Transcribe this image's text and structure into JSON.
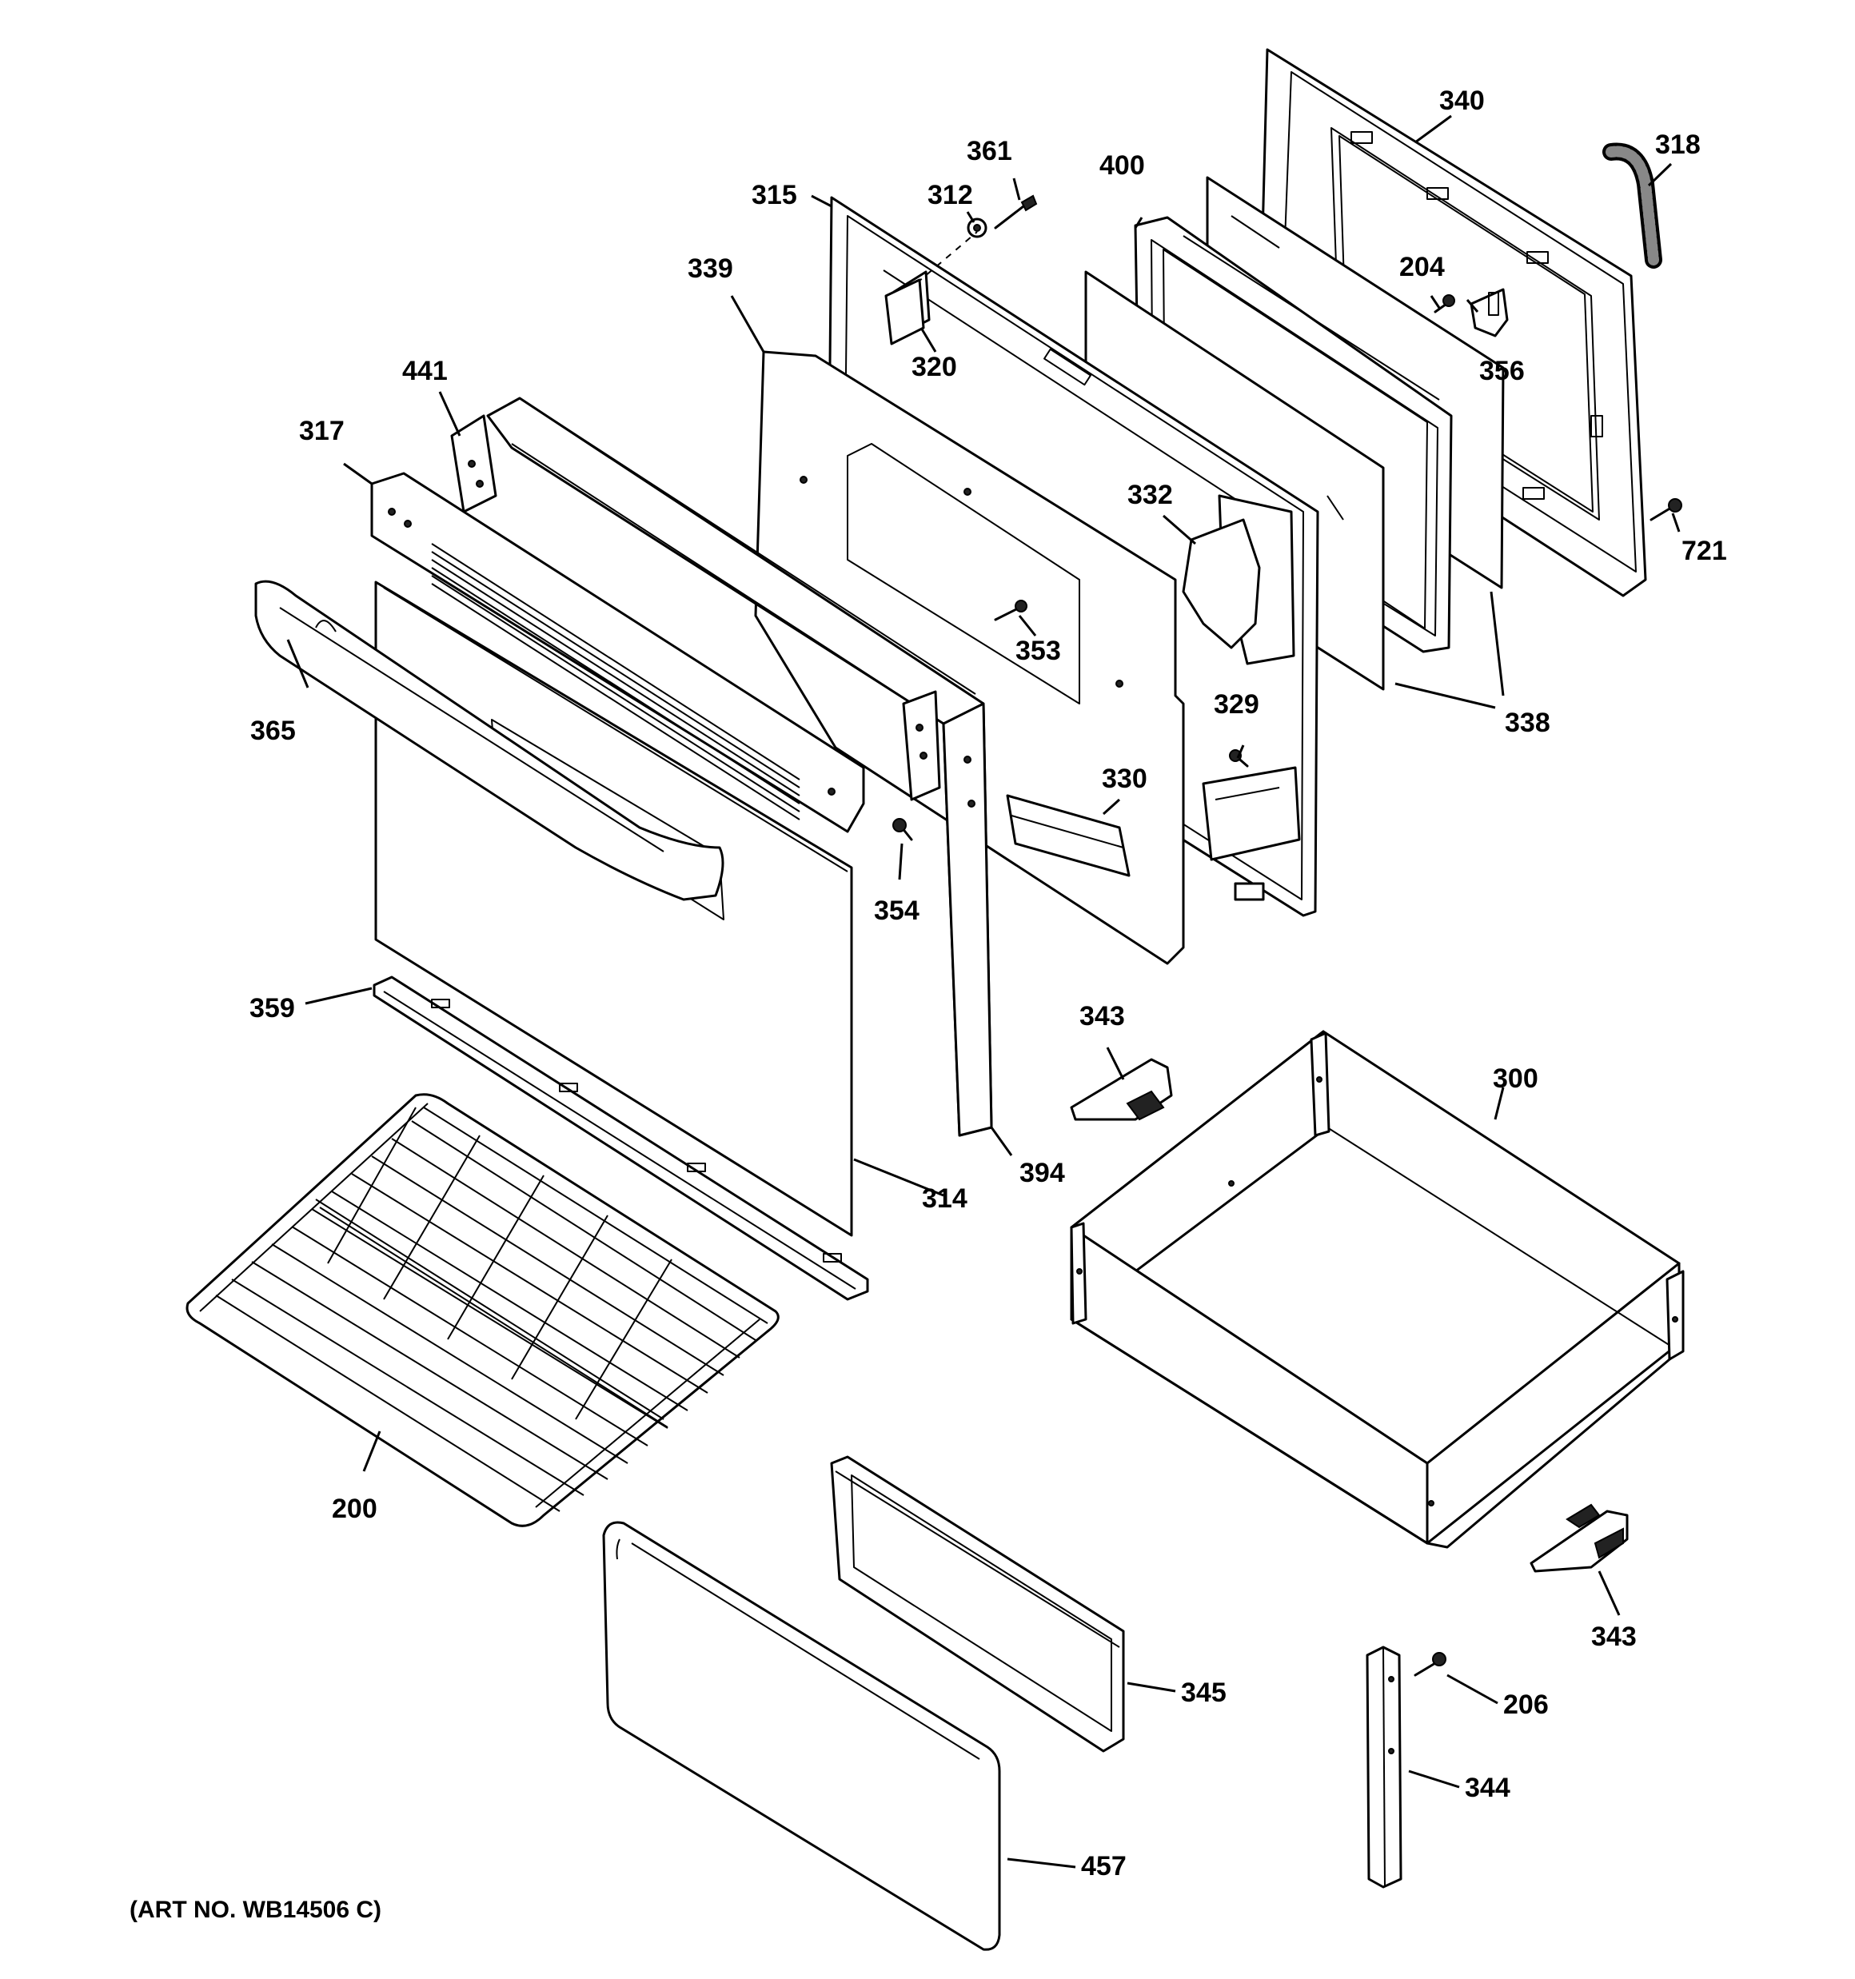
{
  "art_number": "(ART NO. WB14506 C)",
  "labels": {
    "p200": "200",
    "p204": "204",
    "p206": "206",
    "p300": "300",
    "p312": "312",
    "p314": "314",
    "p315": "315",
    "p317": "317",
    "p318": "318",
    "p320": "320",
    "p329": "329",
    "p330": "330",
    "p332": "332",
    "p338": "338",
    "p339": "339",
    "p340": "340",
    "p343a": "343",
    "p343b": "343",
    "p344": "344",
    "p345": "345",
    "p353": "353",
    "p354": "354",
    "p356": "356",
    "p359": "359",
    "p361": "361",
    "p365": "365",
    "p394": "394",
    "p400": "400",
    "p441": "441",
    "p457": "457",
    "p721": "721"
  }
}
